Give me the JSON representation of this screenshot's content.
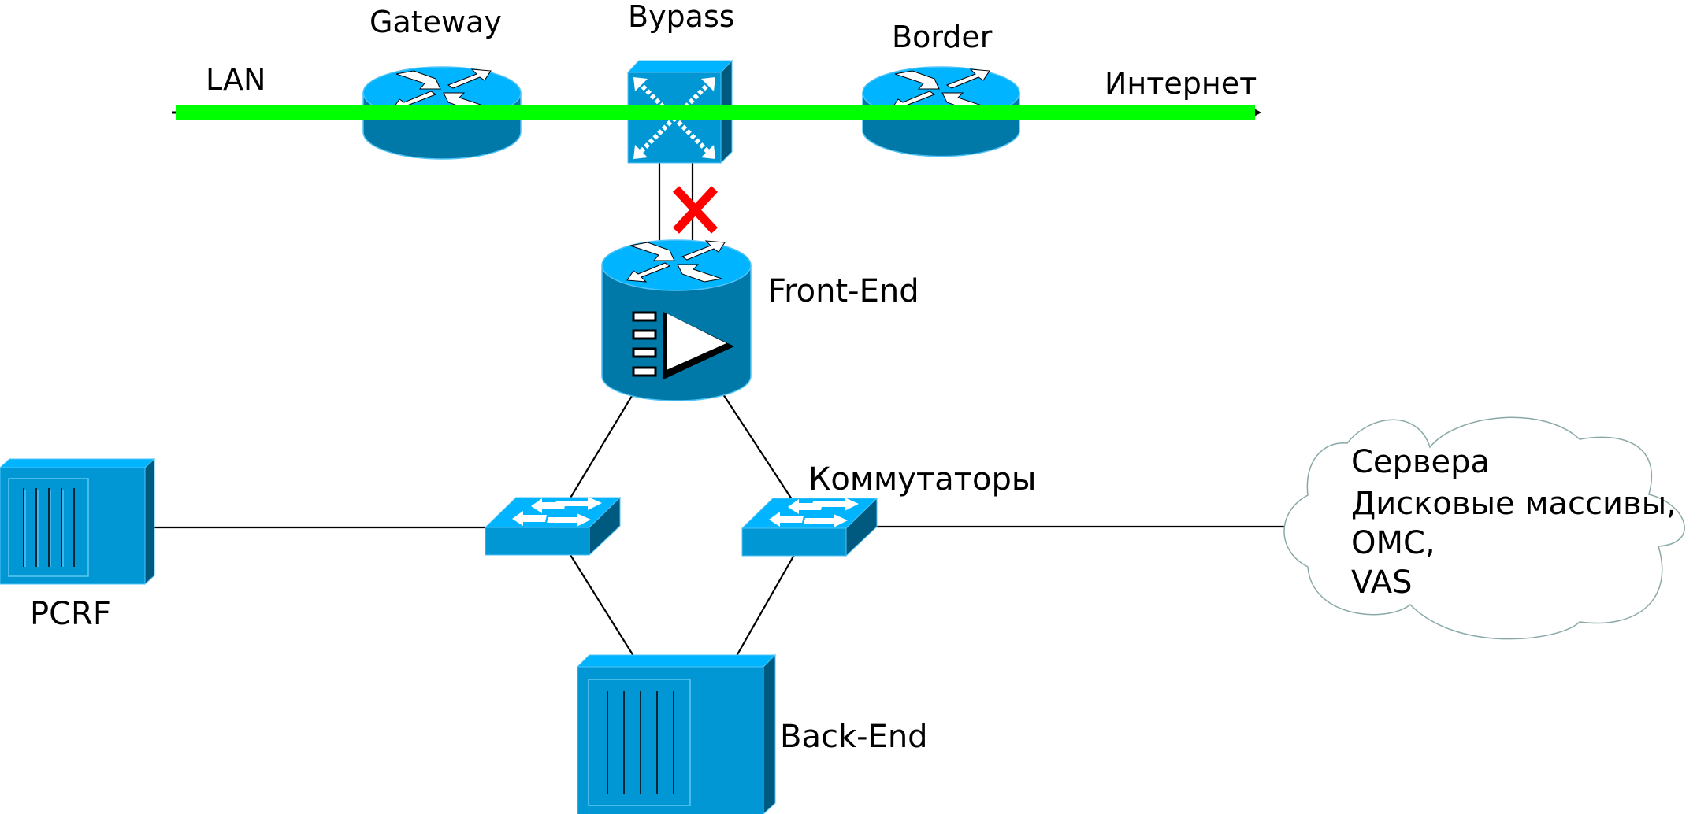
{
  "diagram": {
    "type": "network-topology",
    "colors": {
      "device_top": "#00b4ff",
      "device_front": "#0097d4",
      "device_side": "#005a80",
      "router_body": "#0078a8",
      "traffic_path": "#00ff00",
      "broken_link": "#ff0000",
      "cloud_outline": "#8aa8a8"
    },
    "labels": {
      "lan": "LAN",
      "gateway": "Gateway",
      "bypass": "Bypass",
      "border": "Border",
      "internet": "Интернет",
      "front_end": "Front-End",
      "switches": "Коммутаторы",
      "pcrf": "PCRF",
      "back_end": "Back-End"
    },
    "cloud_lines": [
      "Сервера",
      "Дисковые массивы,",
      "OMC,",
      "VAS"
    ],
    "nodes": [
      {
        "id": "gateway",
        "kind": "router-icon",
        "label": "Gateway"
      },
      {
        "id": "bypass",
        "kind": "bypass-switch-icon",
        "label": "Bypass"
      },
      {
        "id": "border",
        "kind": "router-icon",
        "label": "Border"
      },
      {
        "id": "front-end",
        "kind": "dpi-router-icon",
        "label": "Front-End"
      },
      {
        "id": "switch-left",
        "kind": "switch-icon",
        "label": "Коммутаторы"
      },
      {
        "id": "switch-right",
        "kind": "switch-icon",
        "label": "Коммутаторы"
      },
      {
        "id": "pcrf",
        "kind": "server-icon",
        "label": "PCRF"
      },
      {
        "id": "back-end",
        "kind": "server-icon",
        "label": "Back-End"
      },
      {
        "id": "services-cloud",
        "kind": "cloud-icon",
        "label": "Сервера / Дисковые массивы / OMC / VAS"
      }
    ],
    "links": [
      {
        "from": "LAN",
        "to": "Интернет",
        "via": [
          "gateway",
          "bypass",
          "border"
        ],
        "style": "active-traffic-path"
      },
      {
        "from": "bypass",
        "to": "front-end",
        "style": "link"
      },
      {
        "from": "bypass",
        "to": "front-end",
        "style": "broken-link"
      },
      {
        "from": "front-end",
        "to": "switch-left",
        "style": "link"
      },
      {
        "from": "front-end",
        "to": "switch-right",
        "style": "link"
      },
      {
        "from": "pcrf",
        "to": "switch-left",
        "style": "link"
      },
      {
        "from": "switch-right",
        "to": "services-cloud",
        "style": "link"
      },
      {
        "from": "switch-left",
        "to": "back-end",
        "style": "link"
      },
      {
        "from": "switch-right",
        "to": "back-end",
        "style": "link"
      }
    ]
  }
}
